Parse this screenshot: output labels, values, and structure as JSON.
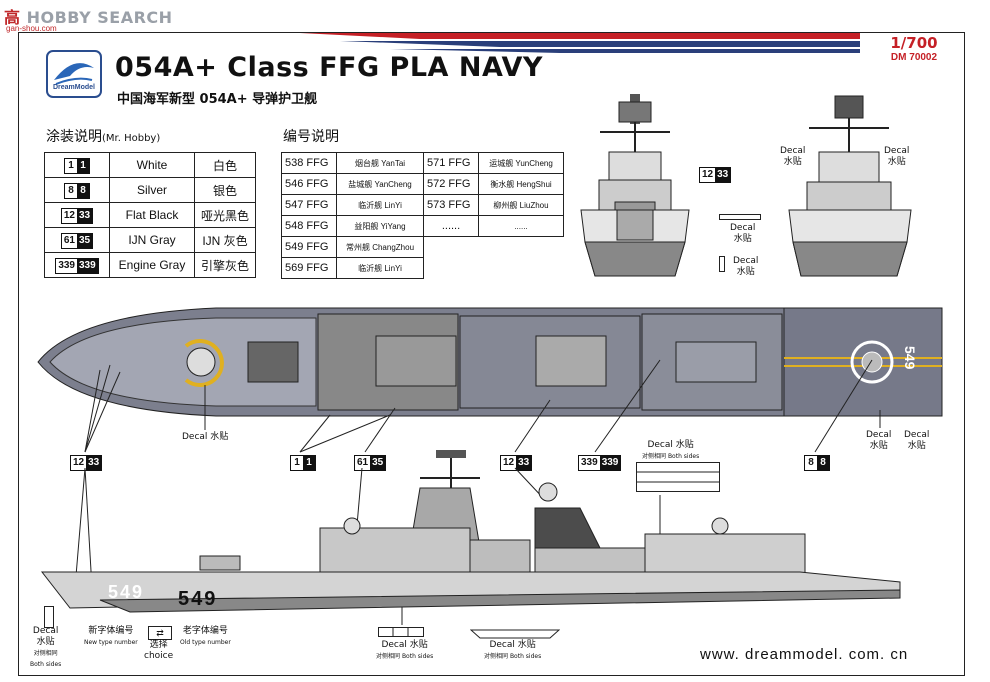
{
  "watermark": {
    "brand": "HOBBY SEARCH",
    "site": "gan-shou.com"
  },
  "logo": {
    "name": "DreamModel"
  },
  "header": {
    "title": "054A+ Class FFG PLA NAVY",
    "subtitle_cn": "中国海军新型 054A+ 导弹护卫舰",
    "scale": "1/700",
    "code": "DM 70002"
  },
  "paint_section": {
    "heading": "涂装说明",
    "heading_note": "(Mr. Hobby)",
    "rows": [
      {
        "code": "1",
        "name": "White",
        "cn": "白色"
      },
      {
        "code": "8",
        "name": "Silver",
        "cn": "银色"
      },
      {
        "code": "33",
        "name": "Flat Black",
        "cn": "哑光黑色"
      },
      {
        "code": "35",
        "name": "IJN Gray",
        "cn": "IJN 灰色"
      },
      {
        "code": "339",
        "name": "Engine Gray",
        "cn": "引擎灰色"
      }
    ]
  },
  "number_section": {
    "heading": "编号说明",
    "rows": [
      {
        "a_num": "538 FFG",
        "a_name": "烟台舰 YanTai",
        "b_num": "571 FFG",
        "b_name": "运城舰 YunCheng"
      },
      {
        "a_num": "546 FFG",
        "a_name": "盐城舰 YanCheng",
        "b_num": "572 FFG",
        "b_name": "衡水舰 HengShui"
      },
      {
        "a_num": "547 FFG",
        "a_name": "临沂舰 LinYi",
        "b_num": "573 FFG",
        "b_name": "柳州舰 LiuZhou"
      },
      {
        "a_num": "548 FFG",
        "a_name": "益阳舰 YiYang",
        "b_num": "......",
        "b_name": "......"
      },
      {
        "a_num": "549 FFG",
        "a_name": "常州舰 ChangZhou",
        "b_num": "",
        "b_name": ""
      },
      {
        "a_num": "569 FFG",
        "a_name": "临沂舰 LinYi",
        "b_num": "",
        "b_name": ""
      }
    ]
  },
  "callouts": {
    "c12_33": "12",
    "c33": "33",
    "c1a": "1",
    "c1b": "1",
    "c61": "61",
    "c35": "35",
    "c339a": "339",
    "c339b": "339",
    "c8a": "8",
    "c8b": "8"
  },
  "labels": {
    "decal": "Decal",
    "decal_cn": "水贴",
    "decal_inline": "Decal 水贴",
    "both_sides_cn": "对侧相同",
    "both_sides": "Both sides",
    "new_type_cn": "新字体编号",
    "new_type": "New type number",
    "old_type_cn": "老字体编号",
    "old_type": "Old type number",
    "choice_cn": "选择",
    "choice": "choice",
    "hull_number": "549",
    "heli_number": "549"
  },
  "footer": {
    "url": "www. dreammodel. com. cn"
  }
}
